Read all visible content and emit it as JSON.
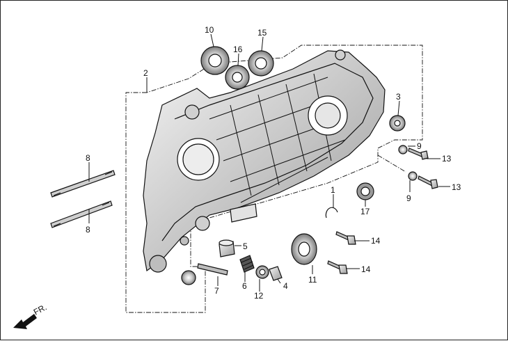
{
  "labels": {
    "p1": "1",
    "p2": "2",
    "p3": "3",
    "p4": "4",
    "p5": "5",
    "p6": "6",
    "p7": "7",
    "p8a": "8",
    "p8b": "8",
    "p9a": "9",
    "p9b": "9",
    "p10": "10",
    "p11": "11",
    "p12": "12",
    "p13a": "13",
    "p13b": "13",
    "p14a": "14",
    "p14b": "14",
    "p15": "15",
    "p16": "16",
    "p17": "17"
  },
  "direction": {
    "text": "FR."
  },
  "colors": {
    "ink": "#111111",
    "shade": "#6e6e6e",
    "light": "#d8d8d8",
    "paper": "#ffffff"
  }
}
